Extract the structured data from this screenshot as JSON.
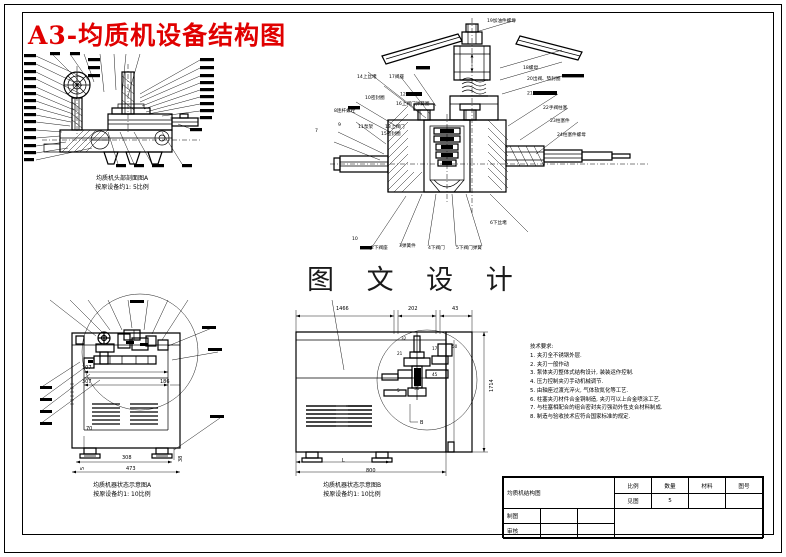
{
  "document": {
    "title": "A3-均质机设备结构图",
    "watermark": "图 文 设 计"
  },
  "views": {
    "detail_head": {
      "caption_line1": "均质机头部剖面图A",
      "caption_line2": "按原设备约1: 5比例"
    },
    "front_view": {
      "caption_line1": "均质机器状态示意图A",
      "caption_line2": "按原设备约1: 10比例"
    },
    "side_view": {
      "caption_line1": "均质机器状态示意图B",
      "caption_line2": "按原设备约1: 10比例"
    }
  },
  "section_labels": {
    "bottom": [
      {
        "id": "1",
        "text": "1"
      },
      {
        "id": "2",
        "text": "2下阀座"
      },
      {
        "id": "3",
        "text": "3弹簧件"
      },
      {
        "id": "4",
        "text": "4下阀门"
      },
      {
        "id": "5",
        "text": "5下阀门弹簧"
      },
      {
        "id": "6",
        "text": "6下丝堵"
      },
      {
        "id": "10",
        "text": "10"
      }
    ],
    "left": [
      {
        "id": "8",
        "text": "8连杆螺栓"
      },
      {
        "id": "9",
        "text": "9"
      },
      {
        "id": "11",
        "text": "11泵架"
      },
      {
        "id": "13",
        "text": "13上阀门"
      },
      {
        "id": "14",
        "text": "14上丝堵"
      },
      {
        "id": "15",
        "text": "15密封圈"
      },
      {
        "id": "16",
        "text": "16上阀门弹簧圈"
      },
      {
        "id": "17",
        "text": "17阀座"
      },
      {
        "id": "10b",
        "text": "10密封圈"
      },
      {
        "id": "12",
        "text": "12"
      },
      {
        "id": "7",
        "text": "7"
      }
    ],
    "right": [
      {
        "id": "19",
        "text": "19加油件螺母"
      },
      {
        "id": "18",
        "text": "18螺母"
      },
      {
        "id": "20",
        "text": "20出阀、垫封圈"
      },
      {
        "id": "21",
        "text": "21"
      },
      {
        "id": "22",
        "text": "22手阀柱塞"
      },
      {
        "id": "23",
        "text": "23柱塞件"
      },
      {
        "id": "24",
        "text": "24柱塞件螺母"
      }
    ]
  },
  "dimensions": {
    "front_view": [
      "307",
      "307",
      "186",
      "70",
      "308",
      "473",
      "38",
      "5"
    ],
    "side_view": [
      "1466",
      "202",
      "43",
      "1714",
      "L",
      "800",
      "B"
    ],
    "detail_circle": [
      "32",
      "21",
      "17",
      "45",
      "36",
      "5",
      "50",
      "14"
    ]
  },
  "technical_requirements": {
    "heading": "技术要求:",
    "items": [
      "1. 夹刃全不锈钢外层.",
      "2. 夹刃一般作动",
      "3. 泵体夹刃整体式结构设计, 装装运作控制.",
      "4. 压力控制夹刃手动机械调节.",
      "5. 由轴座过渡光淬火, 气体软氮化等工艺.",
      "6. 柱塞夹刃材件合金铜制造, 夹刃可以上合金喷涂工艺.",
      "7. 与柱塞相配合的组合密封夹刃强劲外性支合材料制成.",
      "8. 制造与验收技术应符合国家标准的规定."
    ]
  },
  "title_block": {
    "drawing_name": "均质机结构图",
    "headers": [
      "比例",
      "数量",
      "材料",
      "图号"
    ],
    "values": [
      "见图",
      "5",
      "",
      ""
    ],
    "rows": [
      {
        "label": "制图",
        "v1": "",
        "v2": ""
      },
      {
        "label": "审核",
        "v1": "",
        "v2": ""
      }
    ]
  }
}
